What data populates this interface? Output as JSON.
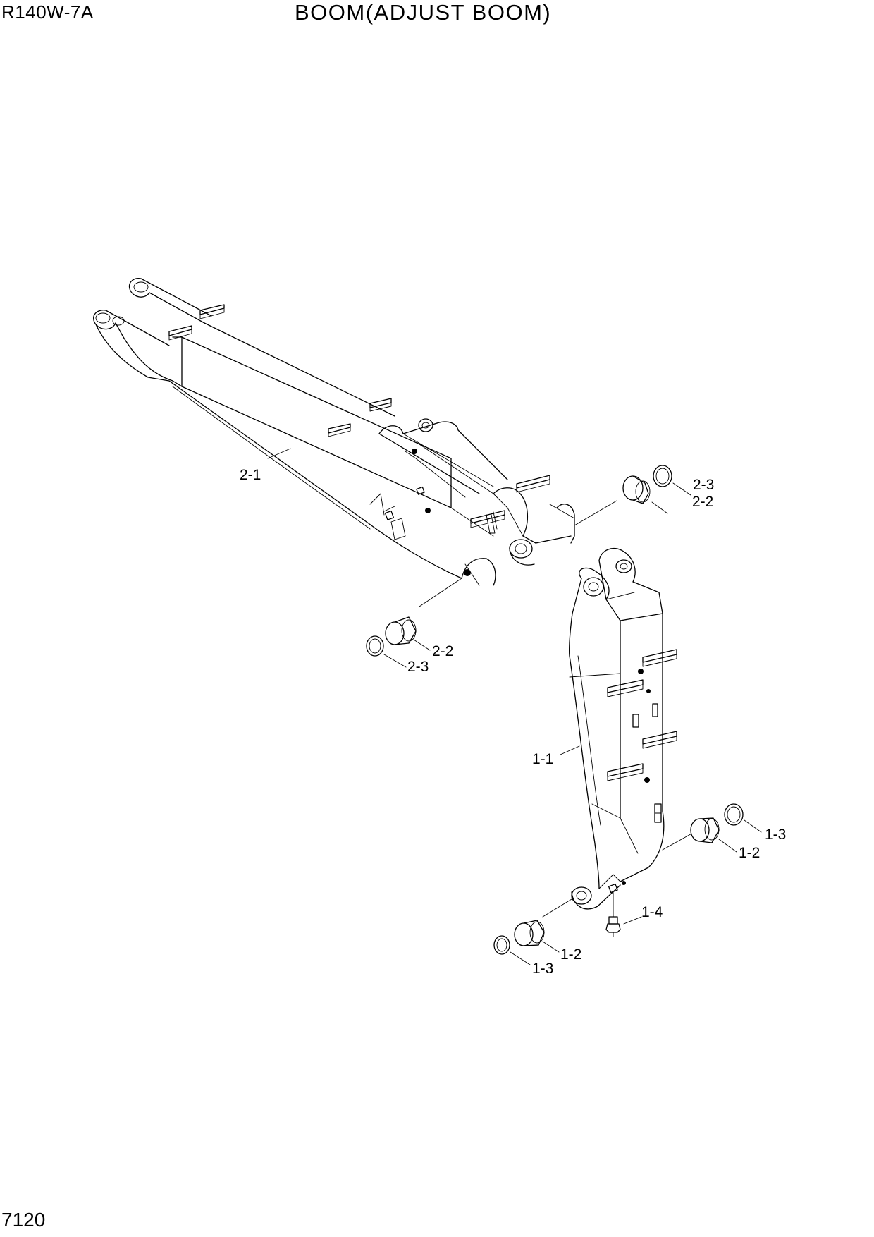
{
  "header": {
    "model": "R140W-7A",
    "title": "BOOM(ADJUST BOOM)"
  },
  "footer": {
    "page_number": "7120"
  },
  "callouts": {
    "c_2_1": "2-1",
    "c_2_2_upper": "2-2",
    "c_2_3_upper": "2-3",
    "c_2_2_lower": "2-2",
    "c_2_3_lower": "2-3",
    "c_1_1": "1-1",
    "c_1_2_right": "1-2",
    "c_1_3_right": "1-3",
    "c_1_4": "1-4",
    "c_1_2_lower": "1-2",
    "c_1_3_lower": "1-3"
  }
}
